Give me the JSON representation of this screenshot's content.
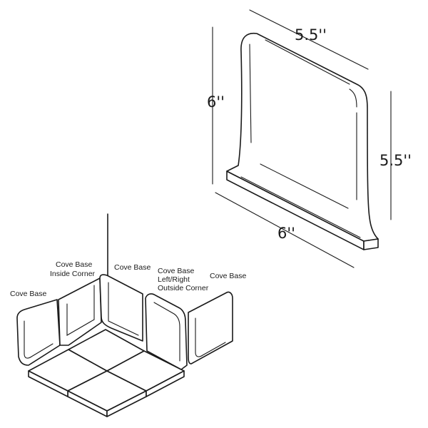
{
  "dimensions": {
    "top_width": "5.5''",
    "height": "6''",
    "right_height": "5.5''",
    "bottom_width": "6''"
  },
  "labels": {
    "cove_base_left": "Cove Base",
    "inside_corner_line1": "Cove Base",
    "inside_corner_line2": "Inside Corner",
    "cove_base_center": "Cove Base",
    "outside_corner_line1": "Cove Base",
    "outside_corner_line2": "Left/Right",
    "outside_corner_line3": "Outside Corner",
    "cove_base_right": "Cove Base"
  }
}
